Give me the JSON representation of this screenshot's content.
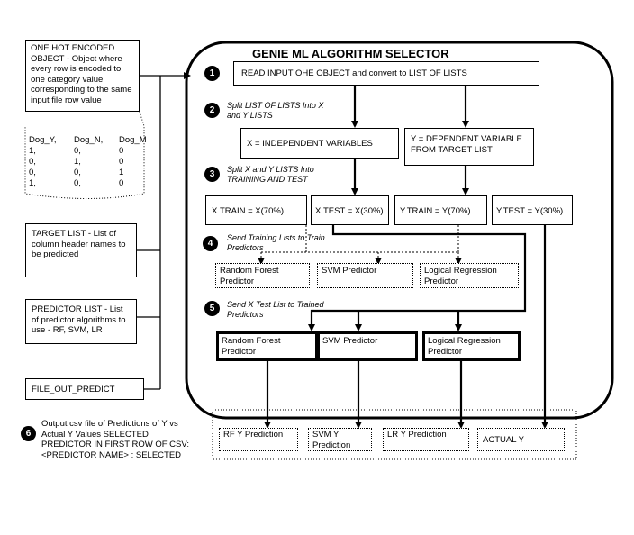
{
  "title": "GENIE ML ALGORITHM SELECTOR",
  "inputs": {
    "ohe": "ONE HOT ENCODED OBJECT - Object where every row is encoded to one category value corresponding to the same input file row value",
    "target": "TARGET LIST - List of column header names to be predicted",
    "predictor": "PREDICTOR LIST - List of predictor algorithms to use - RF, SVM, LR",
    "file_out": "FILE_OUT_PREDICT"
  },
  "sample_table": {
    "headers": [
      "Dog_Y,",
      "Dog_N,",
      "Dog_M"
    ],
    "rows": [
      [
        "1,",
        "0,",
        "0"
      ],
      [
        "0,",
        "1,",
        "0"
      ],
      [
        "0,",
        "0,",
        "1"
      ],
      [
        "1,",
        "0,",
        "0"
      ]
    ]
  },
  "steps": {
    "s1_num": "1",
    "s1_box": "READ INPUT OHE OBJECT and convert to LIST OF LISTS",
    "s2_num": "2",
    "s2_text": "Split LIST OF LISTS Into X and Y LISTS",
    "x_box": "X = INDEPENDENT VARIABLES",
    "y_box": "Y = DEPENDENT VARIABLE FROM TARGET LIST",
    "s3_num": "3",
    "s3_text": "Split X and Y LISTS Into TRAINING AND TEST",
    "xtrain": "X.TRAIN = X(70%)",
    "xtest": "X.TEST = X(30%)",
    "ytrain": "Y.TRAIN = Y(70%)",
    "ytest": "Y.TEST = Y(30%)",
    "s4_num": "4",
    "s4_text": "Send Training Lists to Train Predictors",
    "rf": "Random Forest Predictor",
    "svm": "SVM Predictor",
    "lr": "Logical Regression Predictor",
    "s5_num": "5",
    "s5_text": "Send X Test List to Trained Predictors",
    "rf_trained": "Random Forest Predictor",
    "svm_trained": "SVM Predictor",
    "lr_trained": "Logical Regression Predictor"
  },
  "outputs": {
    "rf_y": "RF Y Prediction",
    "svm_y": "SVM Y Prediction",
    "lr_y": "LR Y Prediction",
    "actual_y": "ACTUAL Y"
  },
  "s6_num": "6",
  "s6_text": "Output csv file of Predictions of Y vs Actual Y Values SELECTED PREDICTOR IN FIRST ROW OF CSV: <PREDICTOR NAME> : SELECTED"
}
